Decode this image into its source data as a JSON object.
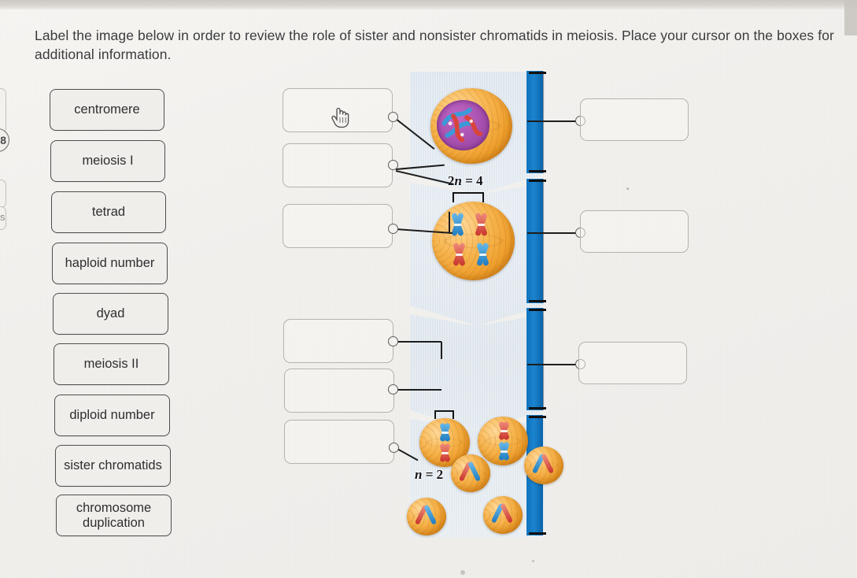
{
  "instruction": "Label the image below in order to review the role of sister and nonsister chromatids in meiosis. Place your cursor on the boxes for additional information.",
  "edge": {
    "badge": "8",
    "fragment_text": "s"
  },
  "word_bank": [
    {
      "label": "centromere"
    },
    {
      "label": "meiosis I"
    },
    {
      "label": "tetrad"
    },
    {
      "label": "haploid number"
    },
    {
      "label": "dyad"
    },
    {
      "label": "meiosis II"
    },
    {
      "label": "diploid number"
    },
    {
      "label": "sister chromatids"
    },
    {
      "label": "chromosome duplication"
    }
  ],
  "drop_boxes_left": [
    {
      "value": "",
      "placeholder": ""
    },
    {
      "value": "",
      "placeholder": ""
    },
    {
      "value": "",
      "placeholder": ""
    },
    {
      "value": "",
      "placeholder": ""
    },
    {
      "value": "",
      "placeholder": ""
    },
    {
      "value": "",
      "placeholder": ""
    }
  ],
  "drop_boxes_right": [
    {
      "value": "",
      "placeholder": ""
    },
    {
      "value": "",
      "placeholder": ""
    },
    {
      "value": "",
      "placeholder": ""
    }
  ],
  "diagram": {
    "label_diploid": "2n = 4",
    "label_haploid": "n = 2",
    "colors": {
      "bracket_blue": "#0f72bd",
      "cell_orange": "#f7b650",
      "nucleus_purple": "#a74fae",
      "chromatid_blue": "#1f7cc0",
      "chromatid_red": "#c9352c",
      "panel_background": "#dde6ee",
      "page_background": "#f1efec"
    },
    "stages": [
      {
        "name": "interphase-cell",
        "cells": 1,
        "bracket": true
      },
      {
        "name": "meiosis-i-metaphase",
        "cells": 1,
        "bracket": true
      },
      {
        "name": "meiosis-ii-metaphase",
        "cells": 2,
        "bracket": true
      },
      {
        "name": "four-haploid-gametes",
        "cells": 4,
        "bracket": false
      }
    ]
  },
  "cursor": {
    "icon": "pointing-hand-cursor"
  }
}
